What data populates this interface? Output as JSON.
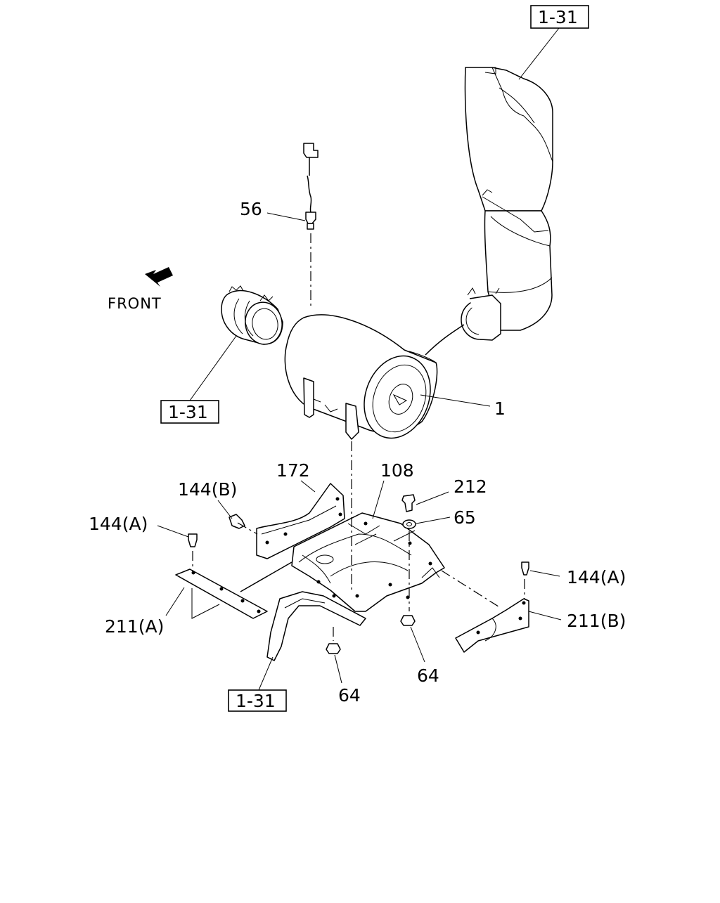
{
  "labels": {
    "ref_top_right": "1-31",
    "ref_left": "1-31",
    "ref_bottom": "1-31",
    "front": "FRONT",
    "p1": "1",
    "p56": "56",
    "p172": "172",
    "p108": "108",
    "p212": "212",
    "p65": "65",
    "p144b": "144(B)",
    "p144a_left": "144(A)",
    "p144a_right": "144(A)",
    "p211a": "211(A)",
    "p211b": "211(B)",
    "p64_center": "64",
    "p64_right": "64"
  }
}
